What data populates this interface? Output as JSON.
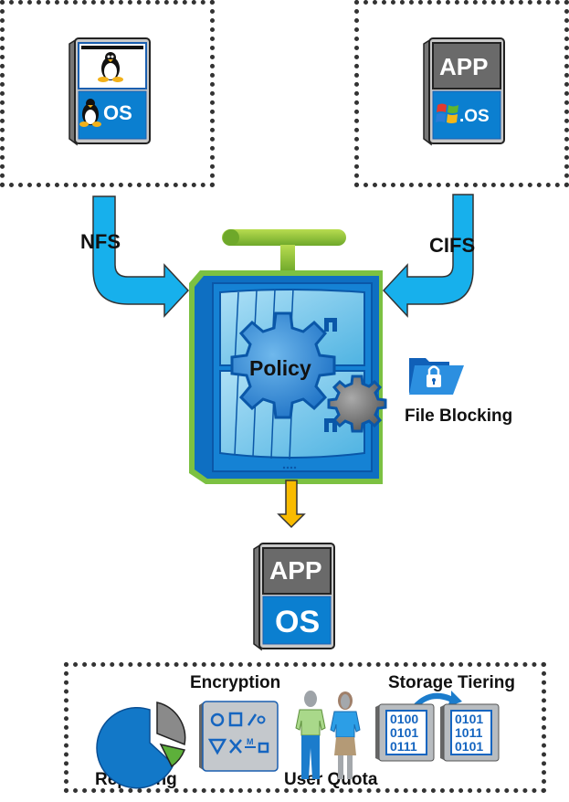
{
  "clients": {
    "linux": {
      "name": "Linux client",
      "os_label": "OS",
      "icon": "linux-penguin-icon"
    },
    "windows": {
      "name": "Windows client",
      "app_label": "APP",
      "os_label": ".OS",
      "icon": "windows-logo-icon"
    }
  },
  "protocols": {
    "left": "NFS",
    "right": "CIFS"
  },
  "appliance": {
    "policy_label": "Policy",
    "file_blocking_label": "File Blocking"
  },
  "server": {
    "app_label": "APP",
    "os_label": "OS"
  },
  "features": {
    "encryption": "Encryption",
    "reporting": "Reporting",
    "user_quota": "User Quota",
    "storage_tiering": "Storage Tiering",
    "tier_a_bits": [
      "0100",
      "0101",
      "0111"
    ],
    "tier_b_bits": [
      "0101",
      "1011",
      "0101"
    ]
  },
  "colors": {
    "arrow_blue": "#17b0ec",
    "arrow_gold": "#f9bb00",
    "appliance_green": "#7cc142",
    "appliance_blue": "#0e6fc2",
    "os_blue": "#0b7fd0"
  }
}
